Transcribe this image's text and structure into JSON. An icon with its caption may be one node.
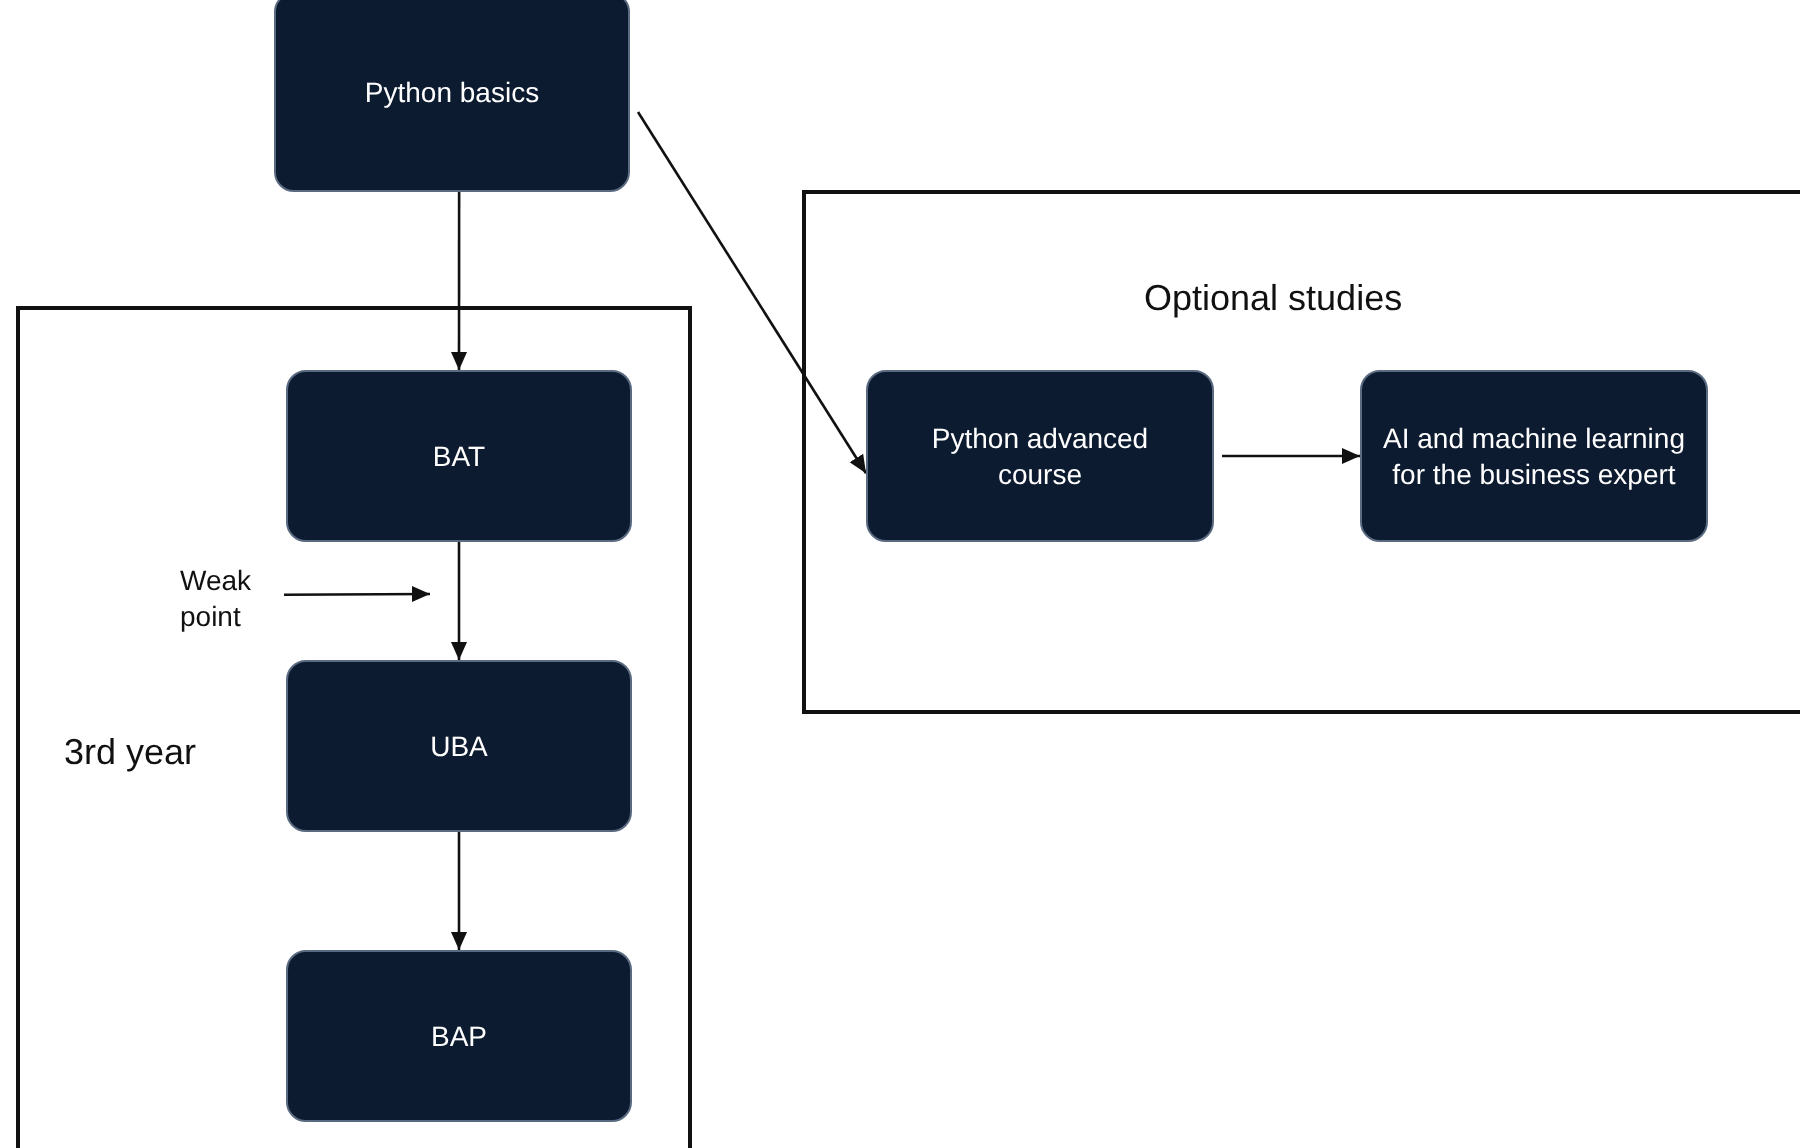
{
  "diagram": {
    "nodes": [
      {
        "text": [
          "Python basics"
        ]
      },
      {
        "text": [
          "3rd year"
        ]
      },
      {
        "text": [
          "BAT"
        ],
        "in": 1
      },
      {
        "text": [
          "UBA"
        ],
        "in": 1
      },
      {
        "text": [
          "BAP"
        ],
        "in": 1
      },
      {
        "text": [
          "Weak point"
        ],
        "in": 1
      },
      {
        "text": [
          "Optional studies"
        ]
      },
      {
        "text": [
          "Python advanced course"
        ],
        "in": 6
      },
      {
        "text": [
          "AI and machine learning for the business expert"
        ],
        "in": 6
      }
    ],
    "edges": [
      {
        "from": 0,
        "to": 2,
        "arrow": "to"
      },
      {
        "from": 0,
        "to": 7,
        "arrow": "to"
      },
      {
        "from": 2,
        "to": 3,
        "arrow": "to"
      },
      {
        "from": 3,
        "to": 4,
        "arrow": "to"
      },
      {
        "from": 5,
        "to": null,
        "arrow": "to"
      },
      {
        "from": 7,
        "to": 8,
        "arrow": "to"
      }
    ]
  }
}
